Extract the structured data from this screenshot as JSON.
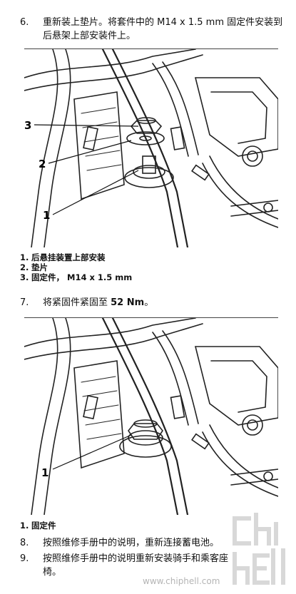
{
  "steps": [
    {
      "num": "6.",
      "text": "重新装上垫片。将套件中的 M14 x 1.5 mm 固定件安装到后悬架上部安装件上。"
    },
    {
      "num": "7.",
      "text_before": "将紧固件紧固至 ",
      "text_bold": "52 Nm",
      "text_after": "。"
    },
    {
      "num": "8.",
      "text": "按照维修手册中的说明，重新连接蓄电池。"
    },
    {
      "num": "9.",
      "text": "按照维修手册中的说明重新安装骑手和乘客座椅。"
    }
  ],
  "figure1": {
    "callouts": [
      "3",
      "2",
      "1"
    ]
  },
  "legend1": [
    {
      "num": "1.",
      "label": "后悬挂装置上部安装"
    },
    {
      "num": "2.",
      "label": "垫片"
    },
    {
      "num": "3.",
      "label": "固定件， M14 x 1.5 mm"
    }
  ],
  "figure2": {
    "callouts": [
      "1"
    ]
  },
  "legend2": [
    {
      "num": "1.",
      "label": "固定件"
    }
  ],
  "watermark": {
    "logo_text": "chip hell",
    "url": "www.chiphell.com"
  }
}
